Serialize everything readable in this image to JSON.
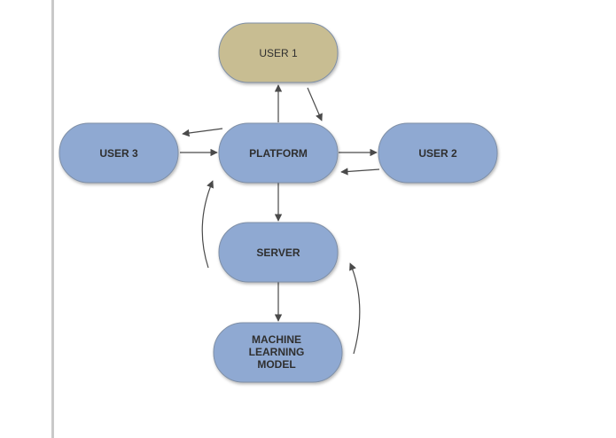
{
  "diagram": {
    "nodes": {
      "user1": {
        "label": "USER 1",
        "color": "#c8bd92"
      },
      "platform": {
        "label": "PLATFORM",
        "color": "#8fa9d2"
      },
      "user2": {
        "label": "USER 2",
        "color": "#8fa9d2"
      },
      "user3": {
        "label": "USER 3",
        "color": "#8fa9d2"
      },
      "server": {
        "label": "SERVER",
        "color": "#8fa9d2"
      },
      "ml_model": {
        "lines": [
          "MACHINE",
          "LEARNING",
          "MODEL"
        ],
        "color": "#8fa9d2"
      }
    },
    "edges": [
      {
        "from": "PLATFORM",
        "to": "USER 1"
      },
      {
        "from": "USER 1",
        "to": "PLATFORM"
      },
      {
        "from": "PLATFORM",
        "to": "USER 2"
      },
      {
        "from": "USER 2",
        "to": "PLATFORM"
      },
      {
        "from": "USER 3",
        "to": "PLATFORM"
      },
      {
        "from": "PLATFORM",
        "to": "USER 3"
      },
      {
        "from": "PLATFORM",
        "to": "SERVER"
      },
      {
        "from": "SERVER",
        "to": "MACHINE LEARNING MODEL"
      },
      {
        "from": "MACHINE LEARNING MODEL",
        "to": "SERVER"
      },
      {
        "from": "SERVER",
        "to": "PLATFORM"
      }
    ],
    "node_border_color": "#7f8fa6",
    "arrow_color": "#4a4a4a"
  }
}
